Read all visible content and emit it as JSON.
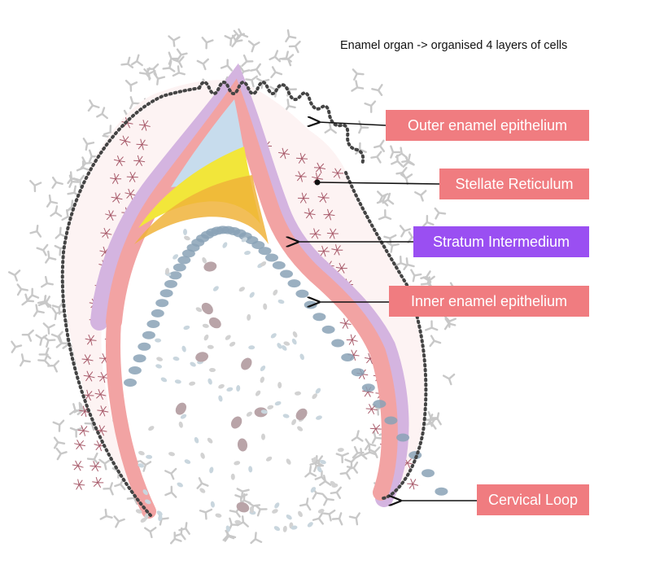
{
  "title": "Enamel organ -> organised 4 layers of cells",
  "labels": {
    "outer_enamel_epithelium": "Outer enamel epithelium",
    "stellate_reticulum": "Stellate Reticulum",
    "stratum_intermedium": "Stratum Intermedium",
    "inner_enamel_epithelium": "Inner enamel epithelium",
    "cervical_loop": "Cervical Loop"
  },
  "colors": {
    "label_pink": "#f07c80",
    "label_purple": "#9a4ff2",
    "inner_epithelium_band": "#f2a3a3",
    "outer_membrane": "#c9a6d8",
    "stellate_cell": "#a85a6a",
    "enamel_yellow": "#f2e63a",
    "enamel_orange": "#f0b33a",
    "dentin_blue": "#bcd3e6",
    "stratum_cells": "#8aa2b6",
    "mesenchyme": "#c8c8c8"
  }
}
